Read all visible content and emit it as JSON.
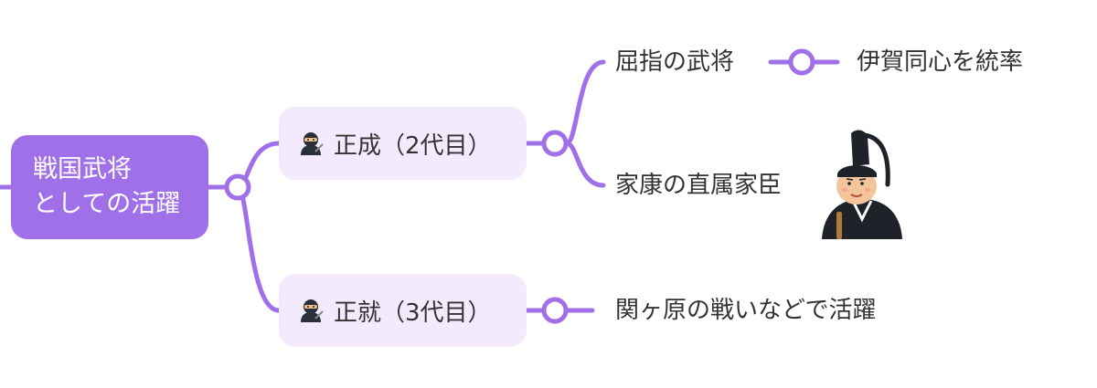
{
  "colors": {
    "accent": "#a070e8",
    "branch_fill": "#f3eafd",
    "text": "#333333"
  },
  "mindmap": {
    "root": {
      "label": "戦国武将\nとしての活躍"
    },
    "branches": [
      {
        "icon": "ninja-icon",
        "label": "正成（2代目）",
        "children": [
          {
            "label": "屈指の武将",
            "children": [
              {
                "label": "伊賀同心を統率"
              }
            ]
          },
          {
            "label": "家康の直属家臣",
            "image": "samurai-illustration"
          }
        ]
      },
      {
        "icon": "ninja-icon",
        "label": "正就（3代目）",
        "children": [
          {
            "label": "関ヶ原の戦いなどで活躍"
          }
        ]
      }
    ]
  }
}
